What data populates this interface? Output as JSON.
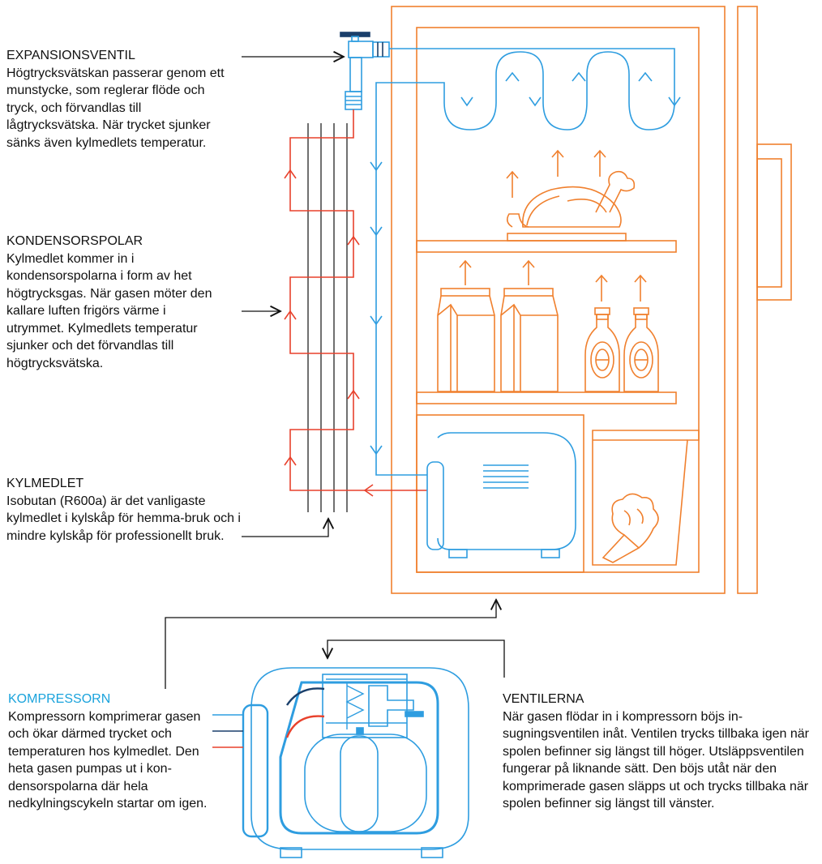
{
  "colors": {
    "fridge": "#f0802e",
    "cold_line": "#2e9de0",
    "hot_line": "#e8412c",
    "coil": "#333333",
    "arrow": "#111111",
    "heading_accent": "#1aa3dc",
    "compressor_dark": "#1a3f6b"
  },
  "labels": {
    "expansion": {
      "title": "EXPANSIONSVENTIL",
      "text": "Högtrycksvätskan passerar genom ett munstycke, som reglerar flöde och tryck, och förvandlas till lågtrycksvätska. När trycket sjunker sänks även kylmedlets temperatur."
    },
    "condenser": {
      "title": "KONDENSORSPOLAR",
      "text": "Kylmedlet kommer in i kondensorspolarna i form av het högtrycksgas. När gasen möter den kallare luften frigörs värme i utrymmet. Kylmedlets temperatur sjunker och det förvandlas till högtrycksvätska."
    },
    "refrigerant": {
      "title": "KYLMEDLET",
      "text": "Isobutan (R600a) är det vanligaste kylmedlet i kylskåp för hemma-bruk och i mindre kylskåp för professionellt bruk."
    },
    "compressor": {
      "title": "KOMPRESSORN",
      "text": "Kompressorn komprimerar gasen och ökar därmed trycket och temperaturen hos kylmedlet. Den heta gasen pumpas ut i kon-densorspolarna där hela nedkylningscykeln startar om igen."
    },
    "valves": {
      "title": "VENTILERNA",
      "text": "När gasen flödar in i kompressorn böjs in-sugningsventilen inåt. Ventilen trycks tillbaka igen när spolen befinner sig längst till höger. Utsläppsventilen fungerar på liknande sätt. Den böjs utåt när den komprimerade gasen släpps ut och trycks tillbaka när spolen befinner sig längst till vänster."
    }
  },
  "contents": {
    "food": [
      "roast-chicken",
      "milk-carton",
      "milk-carton",
      "beer-bottle",
      "beer-bottle",
      "broccoli"
    ]
  }
}
